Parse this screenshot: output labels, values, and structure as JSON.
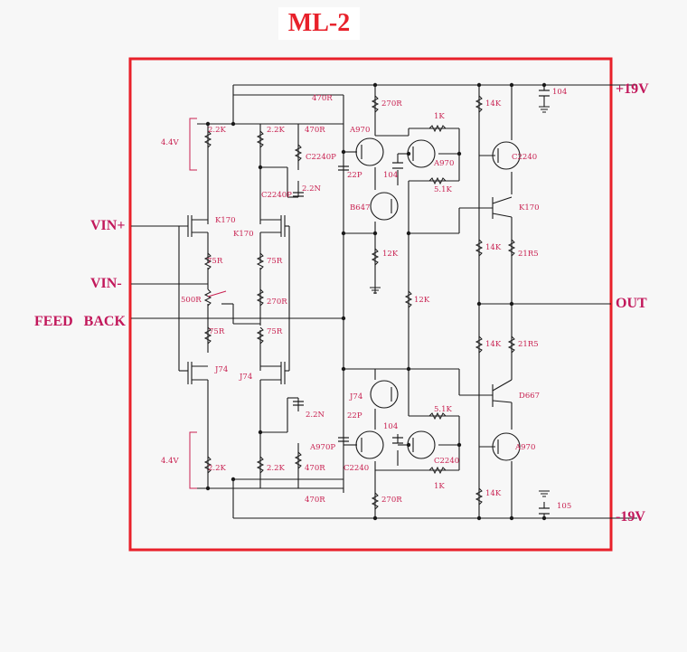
{
  "title": "ML-2",
  "ports": {
    "vin_plus": "VIN+",
    "vin_minus": "VIN-",
    "feedback": "FEED   BACK",
    "vplus": "+19V",
    "out": "OUT",
    "vminus": "-19V"
  },
  "labels": [
    "470R",
    "104",
    "270R",
    "14K",
    "2.2K",
    "2.2K",
    "470R",
    "1K",
    "A970",
    "4.4V",
    "C2240P",
    "C2240",
    "22P",
    "104",
    "A970",
    "2.2N",
    "C2240P",
    "5.1K",
    "B647",
    "K170",
    "K170",
    "K170",
    "14K",
    "21R5",
    "12K",
    "75R",
    "75R",
    "12K",
    "500R",
    "270R",
    "75R",
    "75R",
    "14K",
    "21R5",
    "J74",
    "J74",
    "D667",
    "J74",
    "5.1K",
    "22P",
    "2.2N",
    "104",
    "A970P",
    "A970",
    "4.4V",
    "2.2K",
    "2.2K",
    "470R",
    "C2240",
    "C2240",
    "1K",
    "14K",
    "105",
    "470R",
    "270R"
  ],
  "colors": {
    "frame": "#e8202a",
    "wire": "#1a1a1a",
    "label": "#c82050",
    "port": "#c2185b"
  }
}
